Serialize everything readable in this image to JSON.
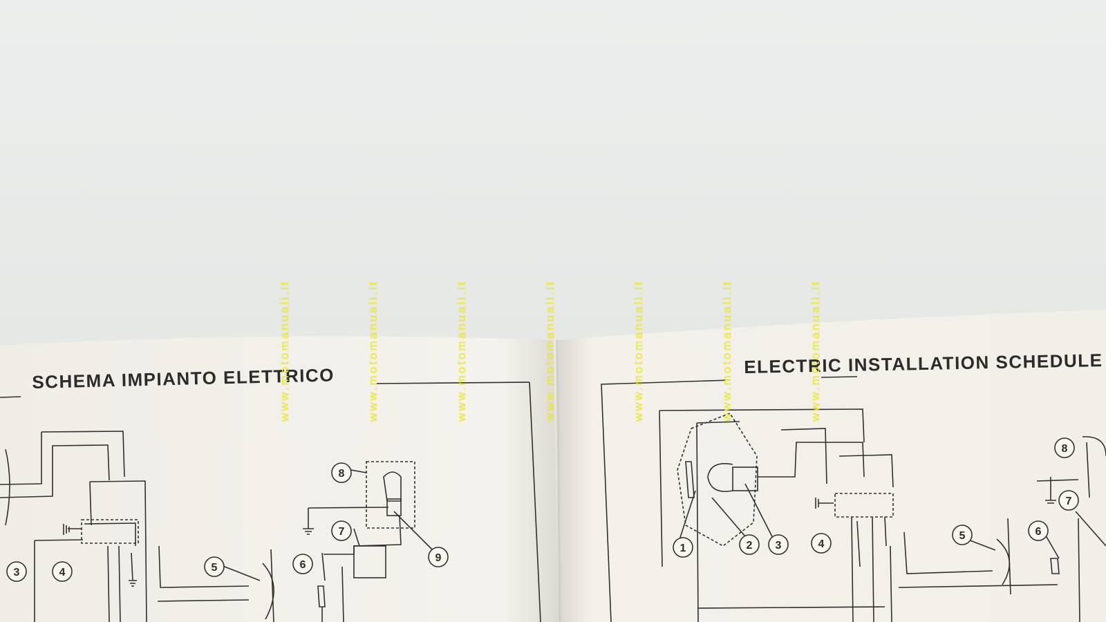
{
  "pages": {
    "left": {
      "title": "SCHEMA IMPIANTO ELETTRICO",
      "callouts": [
        "3",
        "4",
        "5",
        "6",
        "7",
        "8",
        "9"
      ]
    },
    "right": {
      "title": "ELECTRIC INSTALLATION SCHEDULE",
      "callouts": [
        "1",
        "2",
        "3",
        "4",
        "5",
        "6",
        "7",
        "8"
      ]
    }
  },
  "watermark": {
    "text": "www.motomanuali.it",
    "count": 7,
    "color": "#f2ee2a"
  },
  "colors": {
    "paper": "#f3f1ea",
    "ink": "#2b2b2b",
    "background": "#e7e9e8"
  }
}
